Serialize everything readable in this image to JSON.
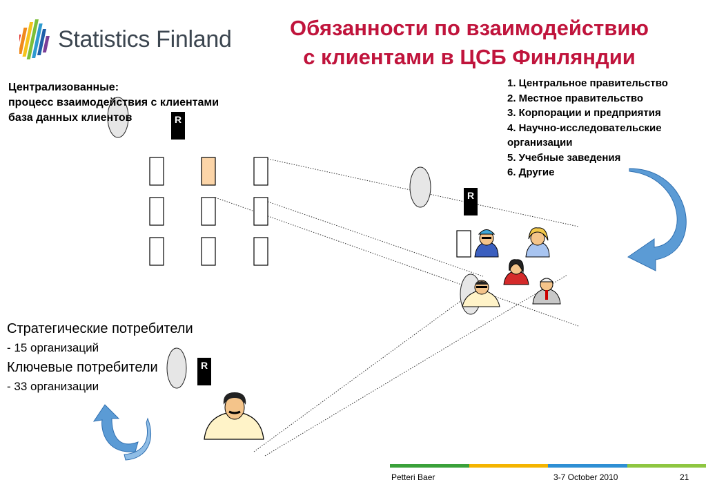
{
  "header": {
    "logo_text": "Statistics Finland",
    "title_line1": "Обязанности по взаимодействию",
    "title_line2": "с клиентами в ЦСБ Финляндии"
  },
  "central": {
    "line1": "Централизованные:",
    "line2": "процесс взаимодействия с клиентами",
    "line3": "база данных клиентов"
  },
  "segments": [
    "1. Центральное правительство",
    "2. Местное правительство",
    "3. Корпорации и предприятия",
    "4. Научно-исследовательские",
    "организации",
    "5. Учебные заведения",
    "6. Другие"
  ],
  "customers": {
    "strategic_title": "Стратегические потребители",
    "strategic_count": "- 15 организаций",
    "key_title": "Ключевые потребители",
    "key_count": "- 33 организации"
  },
  "placeholder_glyph": "R",
  "footer": {
    "author": "Petteri Baer",
    "date": "3-7 October 2010",
    "page": "21"
  },
  "colors": {
    "title": "#c0143c",
    "highlight_box": "#fcd5a8",
    "arrow": "#5b9bd5",
    "footer_stripe": [
      "#3aa13a",
      "#f4b400",
      "#2e8fd4",
      "#8ec641"
    ]
  }
}
